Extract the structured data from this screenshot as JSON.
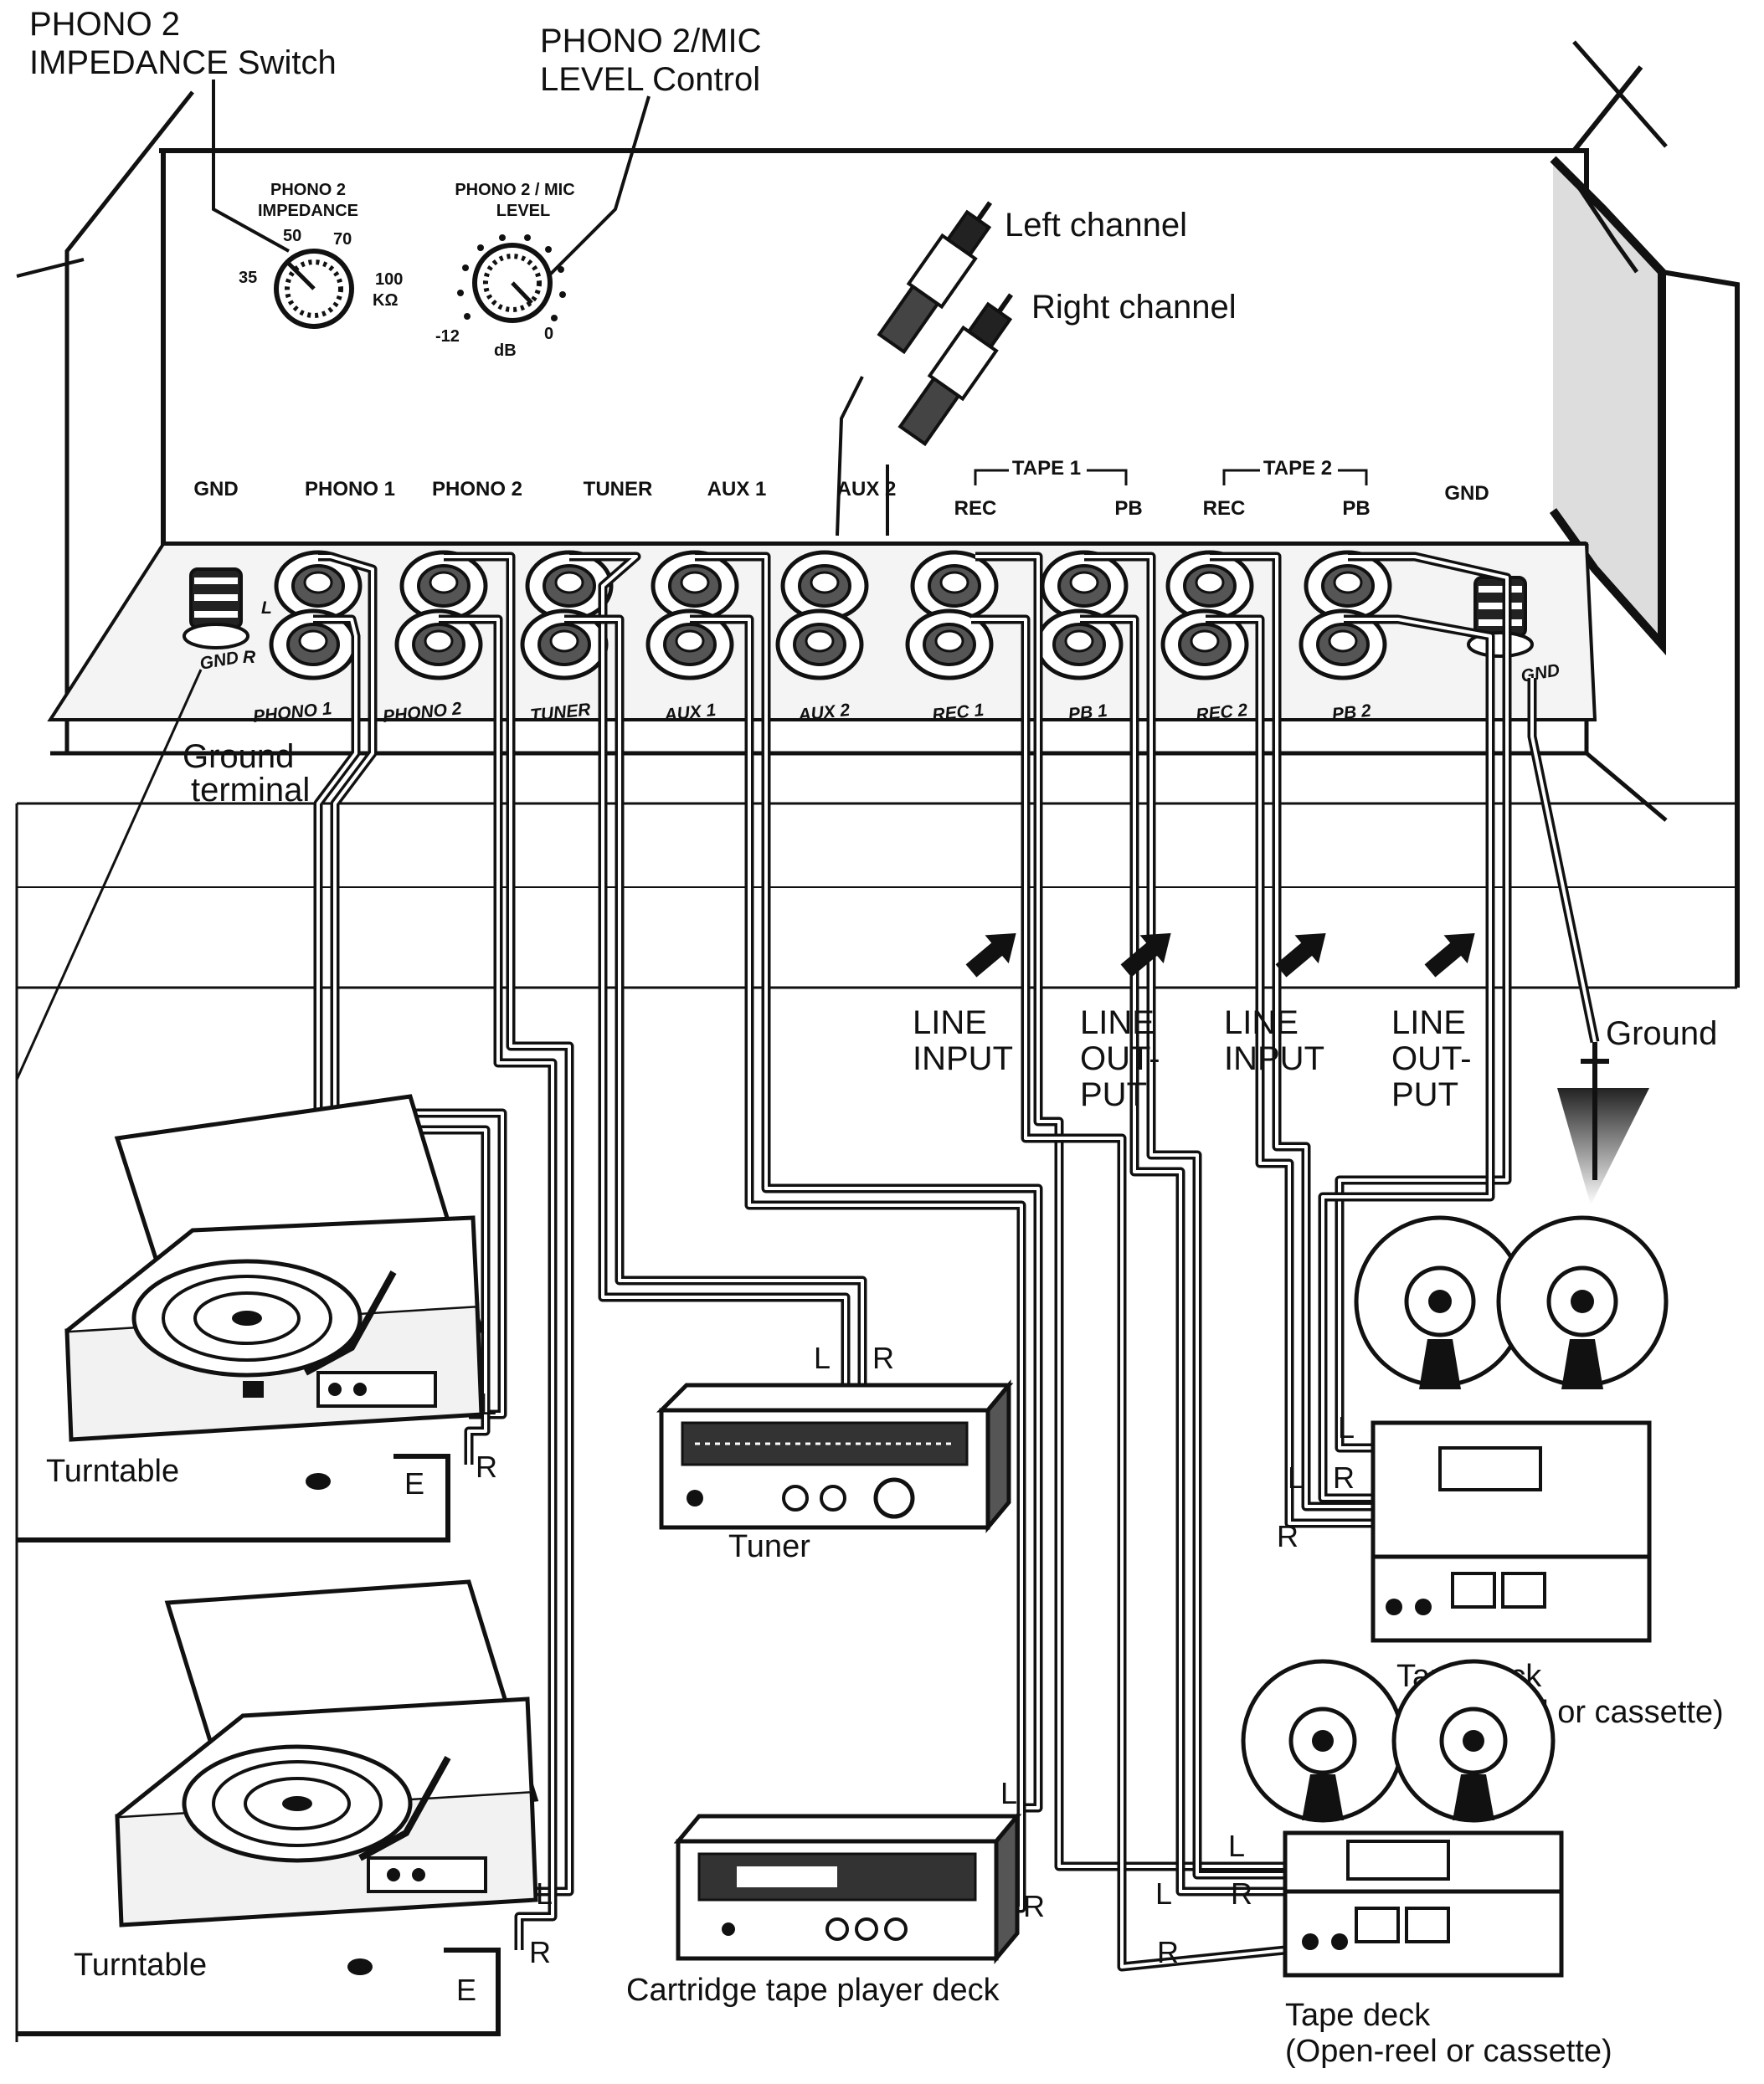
{
  "callouts": {
    "phono2_impedance_switch": [
      "PHONO 2",
      "IMPEDANCE Switch"
    ],
    "phono2_mic_level_control": [
      "PHONO 2/MIC",
      "LEVEL Control"
    ],
    "left_channel": "Left channel",
    "right_channel": "Right channel",
    "ground_terminal": [
      "Ground",
      "terminal"
    ],
    "ground": "Ground"
  },
  "panel": {
    "impedance_knob": {
      "title": [
        "PHONO 2",
        "IMPEDANCE"
      ],
      "scale": [
        "35",
        "50",
        "70",
        "100"
      ],
      "unit": "KΩ"
    },
    "level_knob": {
      "title": [
        "PHONO 2 / MIC",
        "LEVEL"
      ],
      "min": "-12",
      "max": "0",
      "unit": "dB"
    },
    "jack_labels": [
      "GND",
      "PHONO 1",
      "PHONO 2",
      "TUNER",
      "AUX 1",
      "AUX 2"
    ],
    "tape1": {
      "group": "TAPE 1",
      "rec": "REC",
      "pb": "PB"
    },
    "tape2": {
      "group": "TAPE 2",
      "rec": "REC",
      "pb": "PB"
    },
    "gnd_right": "GND",
    "lower_labels": [
      "PHONO 1",
      "PHONO 2",
      "TUNER",
      "AUX 1",
      "AUX 2",
      "REC 1",
      "PB 1",
      "REC 2",
      "PB 2"
    ],
    "gnd_lower_left": "GND",
    "gnd_lower_right": "GND",
    "jack_l": "L",
    "jack_r": "R"
  },
  "line_labels": {
    "tape1_rec": [
      "LINE",
      "INPUT"
    ],
    "tape1_pb": [
      "LINE",
      "OUT-",
      "PUT"
    ],
    "tape2_rec": [
      "LINE",
      "INPUT"
    ],
    "tape2_pb": [
      "LINE",
      "OUT-",
      "PUT"
    ]
  },
  "devices": {
    "turntable_1": "Turntable",
    "turntable_2": "Turntable",
    "tuner": "Tuner",
    "cartridge": "Cartridge tape player deck",
    "tape_deck_1": [
      "Tape deck",
      "(Open-reel or cassette)"
    ],
    "tape_deck_2": [
      "Tape deck",
      "(Open-reel or cassette)"
    ]
  },
  "cable_labels": {
    "l": "L",
    "r": "R",
    "e": "E"
  }
}
